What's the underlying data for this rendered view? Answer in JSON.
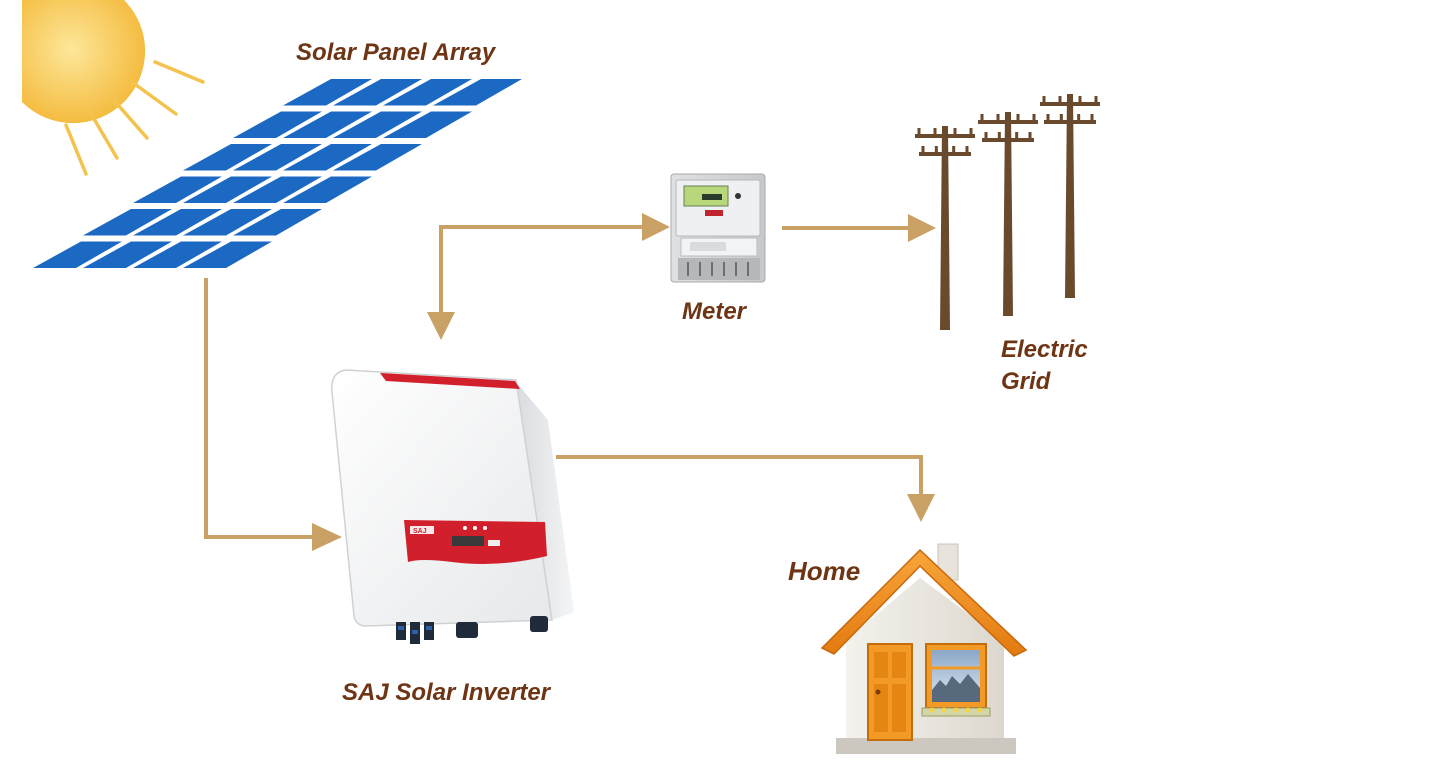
{
  "labels": {
    "solar_panel_array": "Solar Panel Array",
    "meter": "Meter",
    "electric": "Electric",
    "grid": "Grid",
    "inverter": "SAJ Solar Inverter",
    "home": "Home",
    "inverter_brand": "SAJ"
  },
  "colors": {
    "label_text": "#6e3515",
    "arrow": "#c9a164",
    "panel_cell": "#1c69c4",
    "sun": "#f6c040",
    "inverter_red": "#d1202c",
    "roof": "#f08a18",
    "pole": "#6a4a2c"
  },
  "icons": [
    "sun-icon",
    "solar-panel-icon",
    "meter-icon",
    "power-pole-icon",
    "inverter-icon",
    "house-icon"
  ]
}
